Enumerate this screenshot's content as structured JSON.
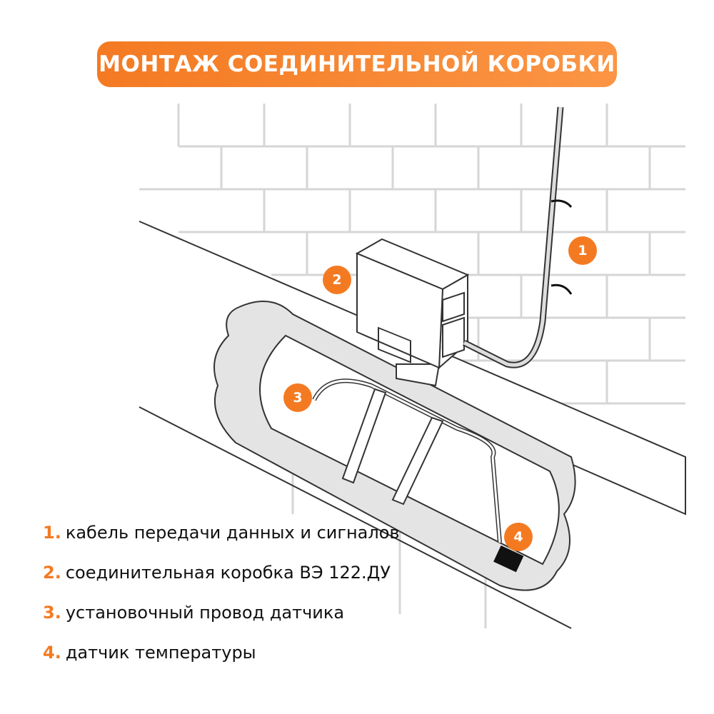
{
  "title": "МОНТАЖ СОЕДИНИТЕЛЬНОЙ КОРОБКИ",
  "colors": {
    "accent": "#f47a22",
    "line": "#333333",
    "wall": "#d6d6d6",
    "insulation": "#e4e4e4"
  },
  "callouts": [
    "1",
    "2",
    "3",
    "4"
  ],
  "legend": [
    {
      "num": "1.",
      "text": "кабель передачи данных и сигналов"
    },
    {
      "num": "2.",
      "text": "соединительная коробка ВЭ 122.ДУ"
    },
    {
      "num": "3.",
      "text": "установочный провод датчика"
    },
    {
      "num": "4.",
      "text": "датчик температуры"
    }
  ]
}
